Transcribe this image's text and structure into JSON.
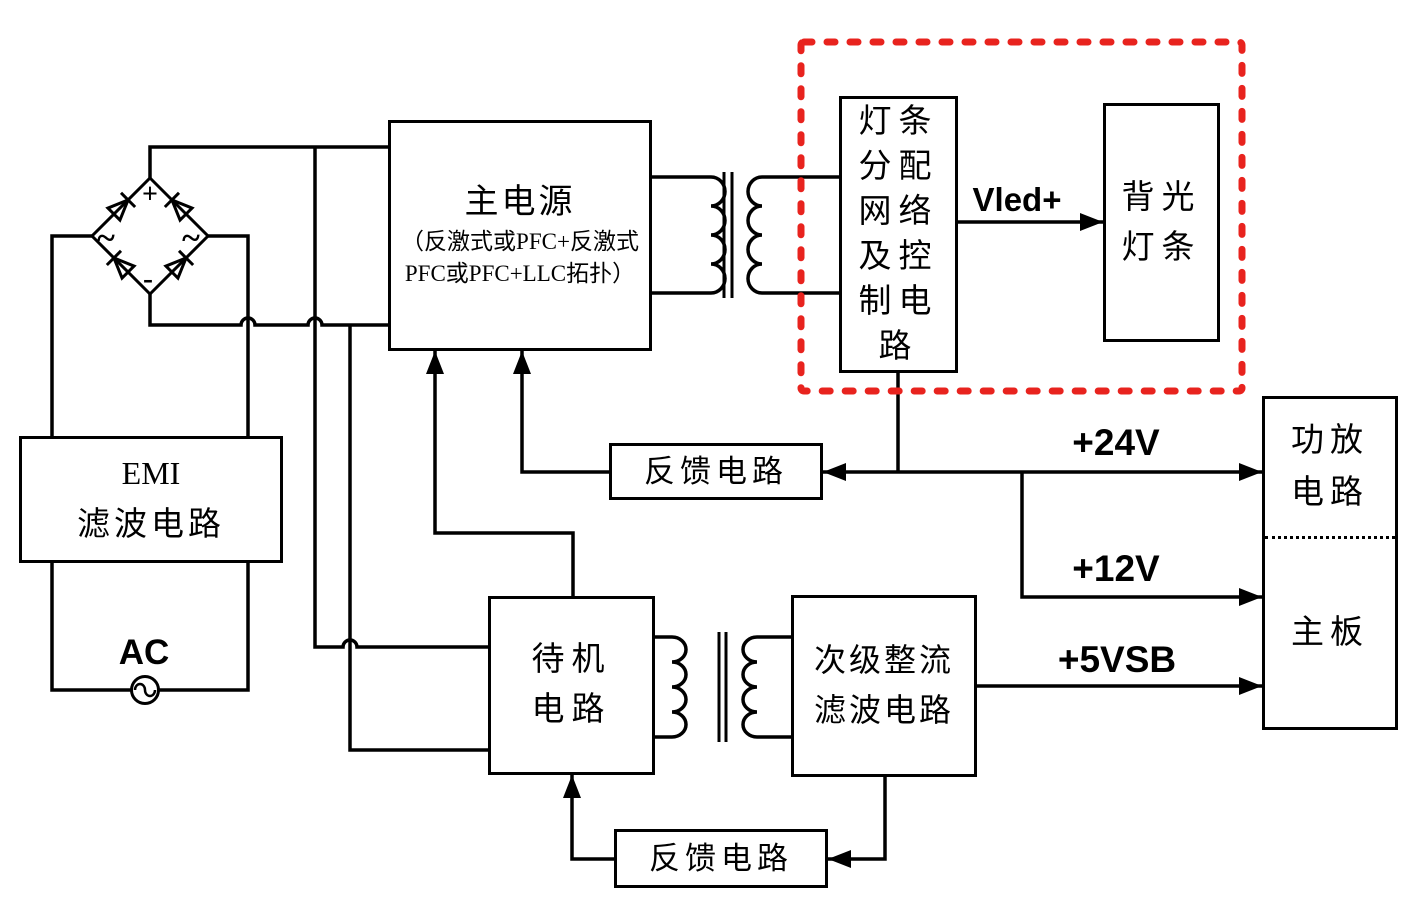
{
  "colors": {
    "line": "#000000",
    "highlight_box": "#e8231e",
    "background": "#ffffff"
  },
  "nodes": {
    "main_power": {
      "title": "主电源",
      "subtitle_line1": "（反激式或PFC+反激式",
      "subtitle_line2": "PFC或PFC+LLC拓扑）"
    },
    "lamp_distribution": {
      "label": "灯条分配网络及控制电路"
    },
    "backlight": {
      "label": "背光灯条"
    },
    "emi": {
      "line1": "EMI",
      "line2": "滤波电路"
    },
    "feedback_top": {
      "label": "反馈电路"
    },
    "feedback_bottom": {
      "label": "反馈电路"
    },
    "standby": {
      "line1": "待机",
      "line2": "电路"
    },
    "secondary_rectifier": {
      "line1": "次级整流",
      "line2": "滤波电路"
    },
    "amp_and_mainboard": {
      "amp_line1": "功放",
      "amp_line2": "电路",
      "mainboard": "主板"
    }
  },
  "labels": {
    "ac_source": "AC",
    "vled": "Vled+",
    "rail_24v": "+24V",
    "rail_12v": "+12V",
    "rail_5vsb": "+5VSB",
    "bridge_plus": "+",
    "bridge_minus": "-",
    "bridge_ac_left": "~",
    "bridge_ac_right": "~"
  }
}
